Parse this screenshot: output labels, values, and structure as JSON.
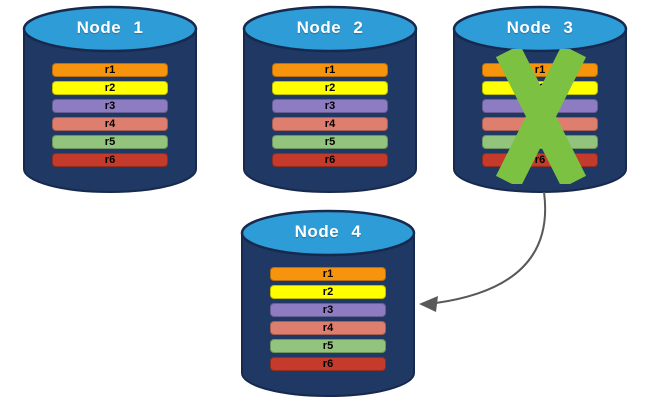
{
  "diagram": {
    "nodes": [
      {
        "label": "Node 1",
        "failed": false,
        "rows": [
          "r1",
          "r2",
          "r3",
          "r4",
          "r5",
          "r6"
        ]
      },
      {
        "label": "Node 2",
        "failed": false,
        "rows": [
          "r1",
          "r2",
          "r3",
          "r4",
          "r5",
          "r6"
        ]
      },
      {
        "label": "Node 3",
        "failed": true,
        "rows": [
          "r1",
          "r2",
          "r3",
          "r4",
          "r5",
          "r6"
        ]
      },
      {
        "label": "Node 4",
        "failed": false,
        "rows": [
          "r1",
          "r2",
          "r3",
          "r4",
          "r5",
          "r6"
        ]
      }
    ],
    "row_colors": [
      "#F7940D",
      "#FFFF00",
      "#8E7CC3",
      "#DE7E6E",
      "#93C47D",
      "#C53B2B"
    ],
    "colors": {
      "cylinder_body": "#1F3864",
      "cylinder_border": "#17294E",
      "cylinder_top": "#2E9CD6",
      "failure_x": "#7CC142",
      "arrow": "#595959",
      "row_text": "#000000",
      "node_label_text": "#FFFFFF"
    },
    "failure": {
      "node": "Node 3",
      "icon": "x-cross"
    },
    "arrow": {
      "from": "Node 3",
      "to": "Node 4"
    }
  }
}
